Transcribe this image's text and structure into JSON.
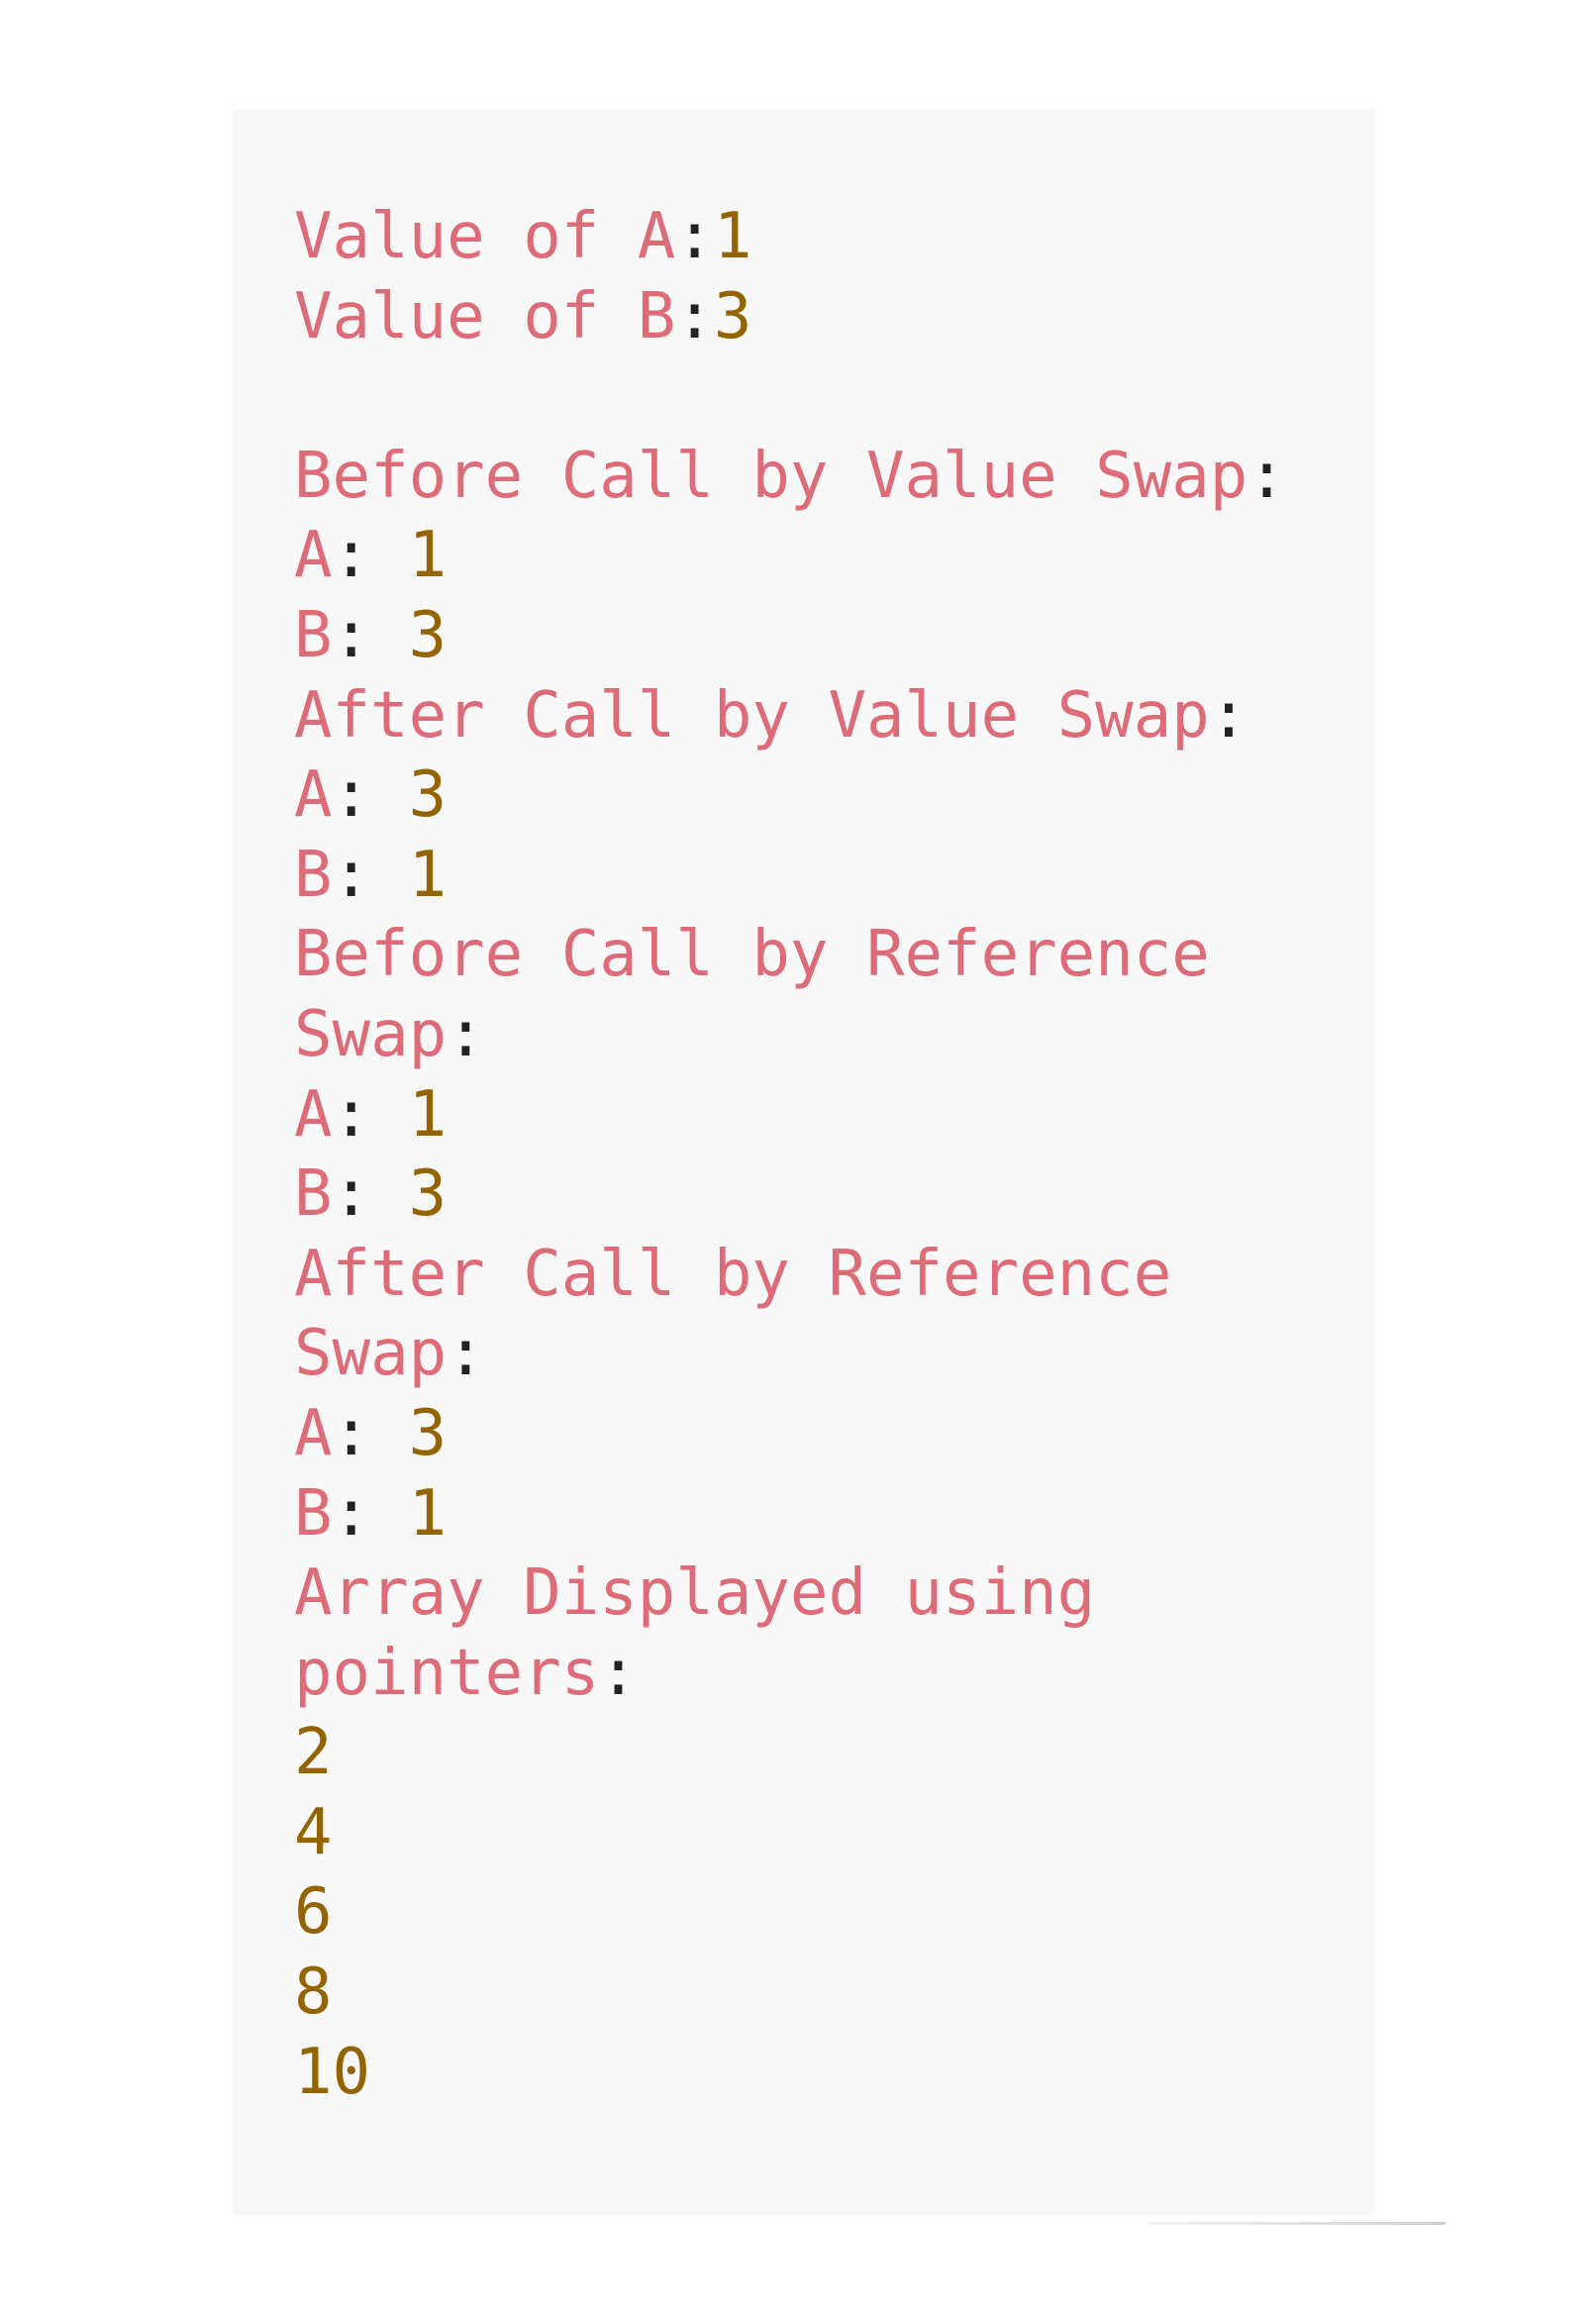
{
  "colors": {
    "label": "#dd6b78",
    "punctuation": "#222222",
    "number": "#946403",
    "panel_background": "#f8f8f8"
  },
  "output": {
    "value_a_label": "Value of A",
    "value_a_colon": ":",
    "value_a": "1",
    "value_b_label": "Value of B",
    "value_b_colon": ":",
    "value_b": "3",
    "before_value_swap": {
      "heading": "Before Call by Value Swap",
      "colon": ":",
      "a_label": "A",
      "a_colon": ": ",
      "a": "1",
      "b_label": "B",
      "b_colon": ": ",
      "b": "3"
    },
    "after_value_swap": {
      "heading": "After Call by Value Swap",
      "colon": ":",
      "a_label": "A",
      "a_colon": ": ",
      "a": "3",
      "b_label": "B",
      "b_colon": ": ",
      "b": "1"
    },
    "before_reference_swap": {
      "heading_line1": "Before Call by Reference",
      "heading_line2": "Swap",
      "colon": ":",
      "a_label": "A",
      "a_colon": ": ",
      "a": "1",
      "b_label": "B",
      "b_colon": ": ",
      "b": "3"
    },
    "after_reference_swap": {
      "heading_line1": "After Call by Reference",
      "heading_line2": "Swap",
      "colon": ":",
      "a_label": "A",
      "a_colon": ": ",
      "a": "3",
      "b_label": "B",
      "b_colon": ": ",
      "b": "1"
    },
    "array": {
      "heading_line1": "Array Displayed using",
      "heading_line2": "pointers",
      "colon": ":",
      "values": [
        "2",
        "4",
        "6",
        "8",
        "10"
      ]
    }
  }
}
